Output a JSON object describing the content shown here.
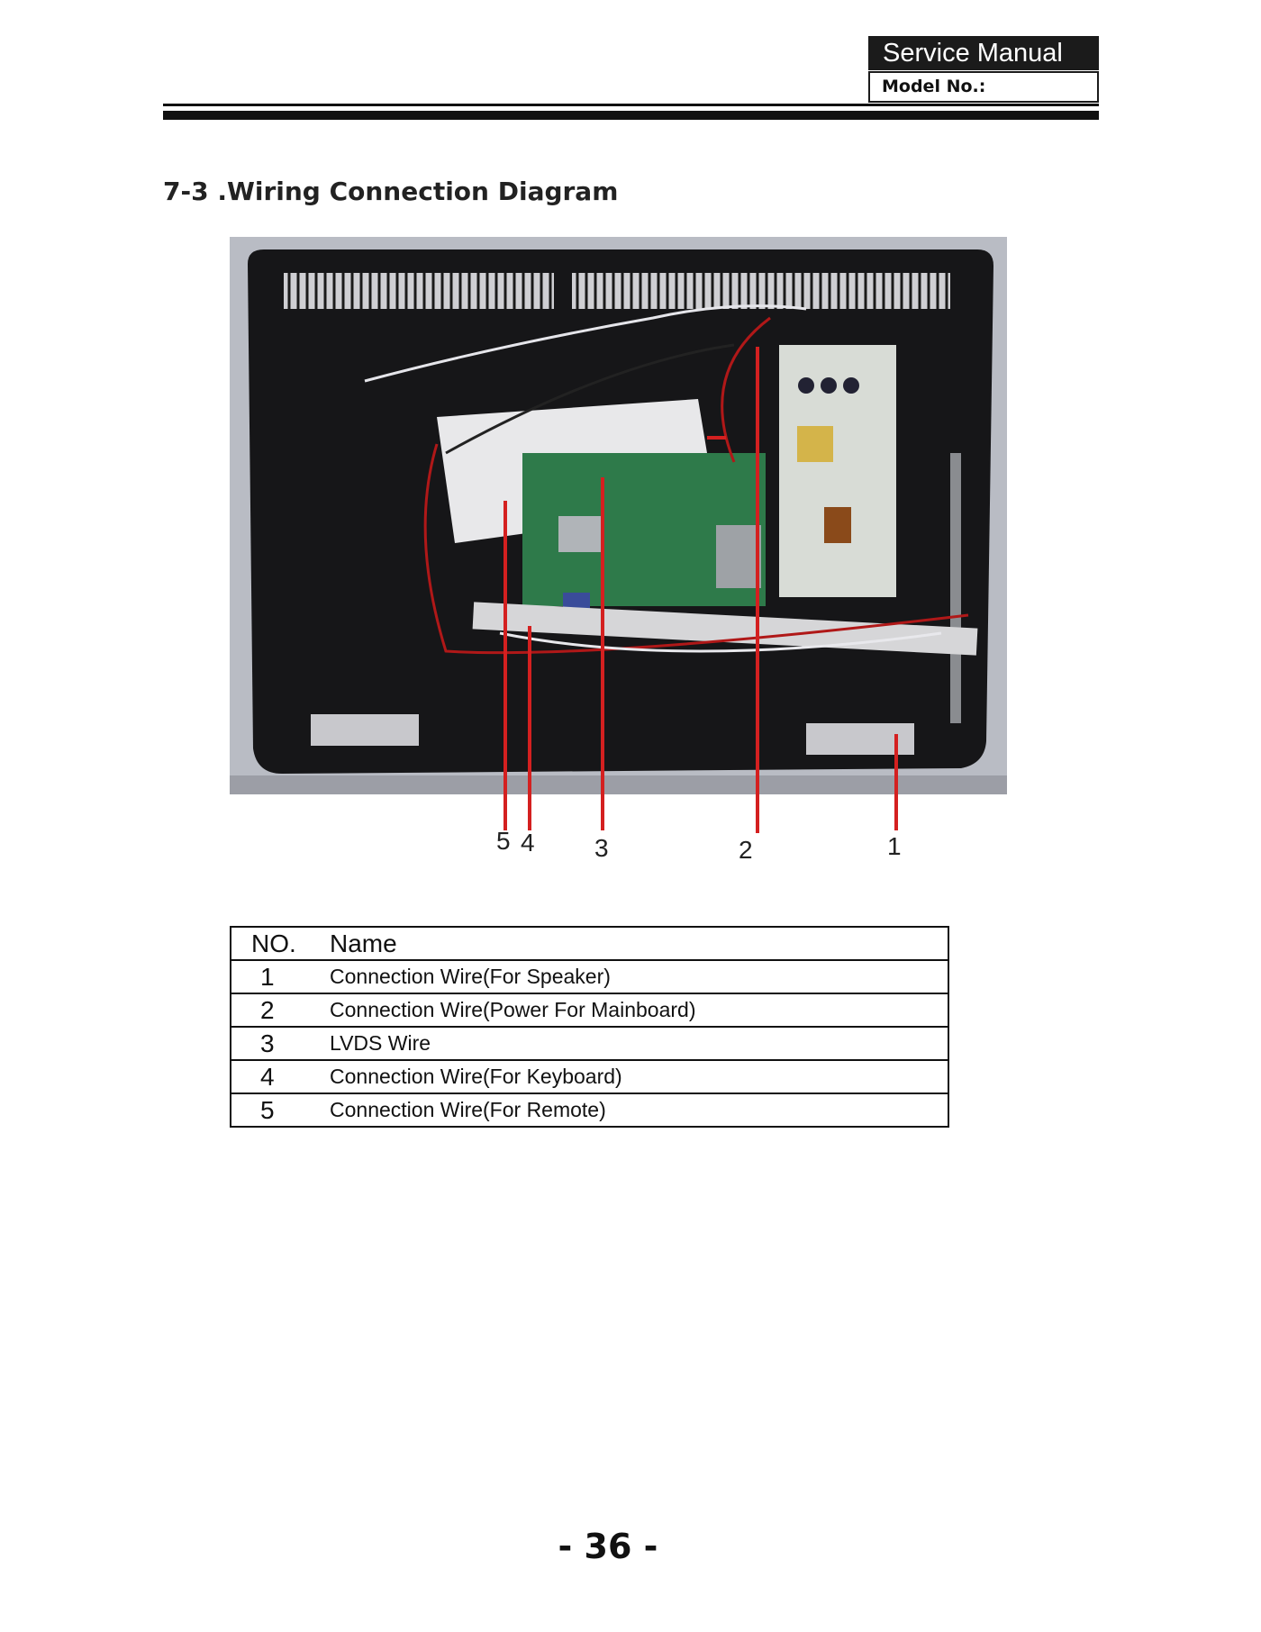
{
  "header": {
    "title": "Service Manual",
    "model_label": "Model No.:"
  },
  "section": {
    "title": "7-3 .Wiring Connection Diagram"
  },
  "callouts": [
    {
      "label": "5"
    },
    {
      "label": "4"
    },
    {
      "label": "3"
    },
    {
      "label": "2"
    },
    {
      "label": "1"
    }
  ],
  "table": {
    "headers": {
      "no": "NO.",
      "name": "Name"
    },
    "rows": [
      {
        "no": "1",
        "name": "Connection Wire(For Speaker)"
      },
      {
        "no": "2",
        "name": "Connection Wire(Power For Mainboard)"
      },
      {
        "no": "3",
        "name": "LVDS Wire"
      },
      {
        "no": "4",
        "name": "Connection Wire(For Keyboard)"
      },
      {
        "no": "5",
        "name": "Connection Wire(For Remote)"
      }
    ]
  },
  "footer": {
    "page_number": "- 36 -"
  },
  "colors": {
    "callout_line": "#d42020",
    "header_bg": "#1b1b1b"
  }
}
